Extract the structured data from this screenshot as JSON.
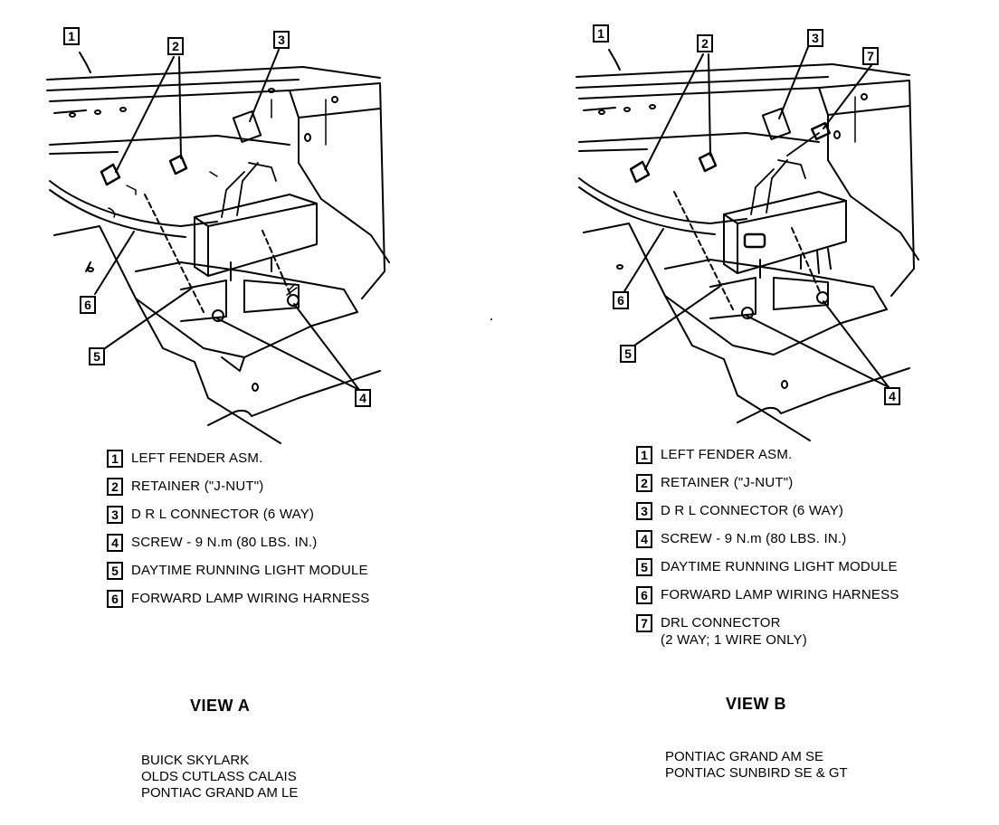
{
  "views": [
    {
      "title": "VIEW A",
      "callouts": [
        "1",
        "2",
        "3",
        "4",
        "5",
        "6"
      ],
      "legend": [
        {
          "num": "1",
          "label": "LEFT FENDER ASM."
        },
        {
          "num": "2",
          "label": "RETAINER (\"J-NUT\")"
        },
        {
          "num": "3",
          "label": "D R L CONNECTOR (6 WAY)"
        },
        {
          "num": "4",
          "label": "SCREW - 9 N.m (80 LBS. IN.)"
        },
        {
          "num": "5",
          "label": "DAYTIME RUNNING LIGHT MODULE"
        },
        {
          "num": "6",
          "label": "FORWARD LAMP WIRING HARNESS"
        }
      ],
      "models": [
        "BUICK SKYLARK",
        "OLDS CUTLASS CALAIS",
        "PONTIAC GRAND AM LE"
      ]
    },
    {
      "title": "VIEW B",
      "callouts": [
        "1",
        "2",
        "3",
        "4",
        "5",
        "6",
        "7"
      ],
      "legend": [
        {
          "num": "1",
          "label": "LEFT FENDER ASM."
        },
        {
          "num": "2",
          "label": "RETAINER (\"J-NUT\")"
        },
        {
          "num": "3",
          "label": "D R L CONNECTOR (6 WAY)"
        },
        {
          "num": "4",
          "label": "SCREW - 9 N.m (80 LBS. IN.)"
        },
        {
          "num": "5",
          "label": "DAYTIME RUNNING LIGHT MODULE"
        },
        {
          "num": "6",
          "label": "FORWARD LAMP WIRING HARNESS"
        },
        {
          "num": "7",
          "label": "DRL CONNECTOR\n(2 WAY; 1 WIRE ONLY)"
        }
      ],
      "models": [
        "PONTIAC GRAND AM SE",
        "PONTIAC SUNBIRD SE & GT"
      ]
    }
  ]
}
